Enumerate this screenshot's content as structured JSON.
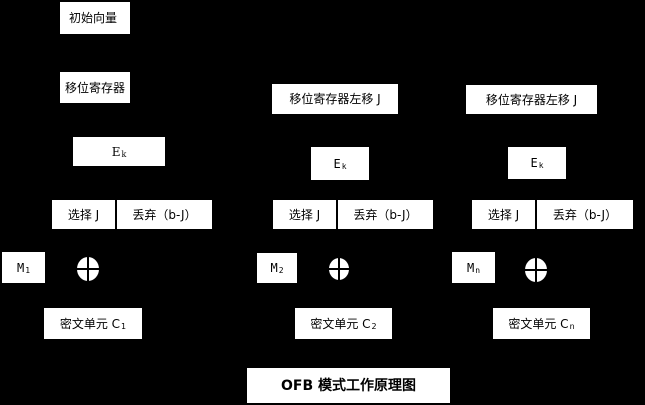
{
  "colors": {
    "background": "#000000",
    "box_background": "#ffffff",
    "box_text": "#000000"
  },
  "diagram": {
    "title": "OFB 模式工作原理图",
    "initial_vector_label": "初始向量",
    "xor_symbol": "circled-plus"
  },
  "columns": [
    {
      "register_label": "移位寄存器",
      "e_label": "E",
      "e_sub": "k",
      "select_label": "选择 J",
      "discard_label": "丢弃（b-J）",
      "m_label": "M",
      "m_sub": "1",
      "c_label": "密文单元 C",
      "c_sub": "1"
    },
    {
      "register_label": "移位寄存器左移 J",
      "e_label": "E",
      "e_sub": "k",
      "select_label": "选择 J",
      "discard_label": "丢弃（b-J）",
      "m_label": "M",
      "m_sub": "2",
      "c_label": "密文单元 C",
      "c_sub": "2"
    },
    {
      "register_label": "移位寄存器左移 J",
      "e_label": "E",
      "e_sub": "k",
      "select_label": "选择 J",
      "discard_label": "丢弃（b-J）",
      "m_label": "M",
      "m_sub": "n",
      "c_label": "密文单元 C",
      "c_sub": "n"
    }
  ]
}
